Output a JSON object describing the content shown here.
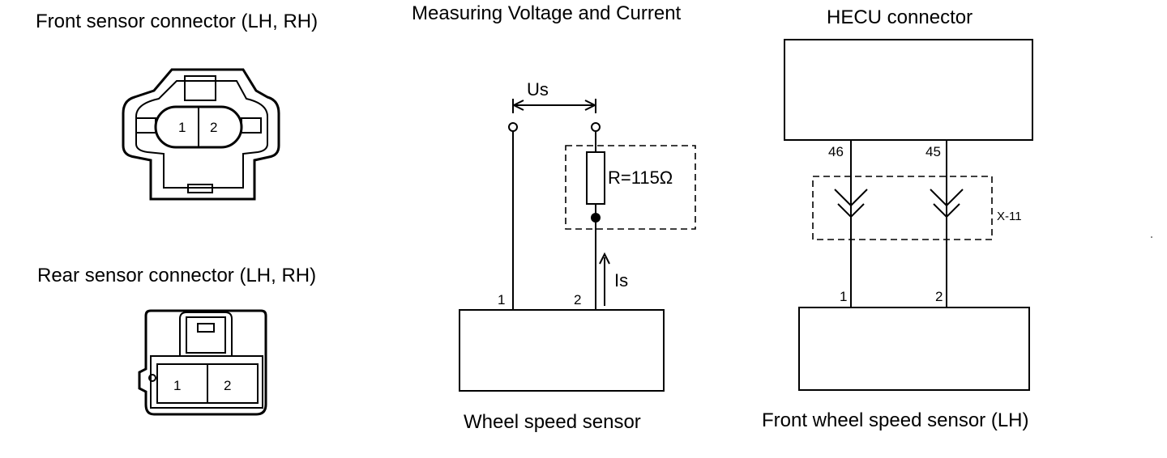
{
  "front_connector": {
    "title": "Front sensor connector (LH, RH)",
    "pins": [
      "1",
      "2"
    ]
  },
  "rear_connector": {
    "title": "Rear sensor connector (LH, RH)",
    "pins": [
      "1",
      "2"
    ]
  },
  "measuring": {
    "title": "Measuring Voltage and Current",
    "voltage_label": "Us",
    "resistor_label": "R=115Ω",
    "current_label": "Is",
    "pin_left": "1",
    "pin_right": "2",
    "sensor_label": "Wheel speed sensor"
  },
  "hecu": {
    "title": "HECU connector",
    "pin_left": "46",
    "pin_right": "45",
    "connector_label": "X-11",
    "sensor_pin_left": "1",
    "sensor_pin_right": "2",
    "sensor_label": "Front wheel speed sensor (LH)"
  }
}
